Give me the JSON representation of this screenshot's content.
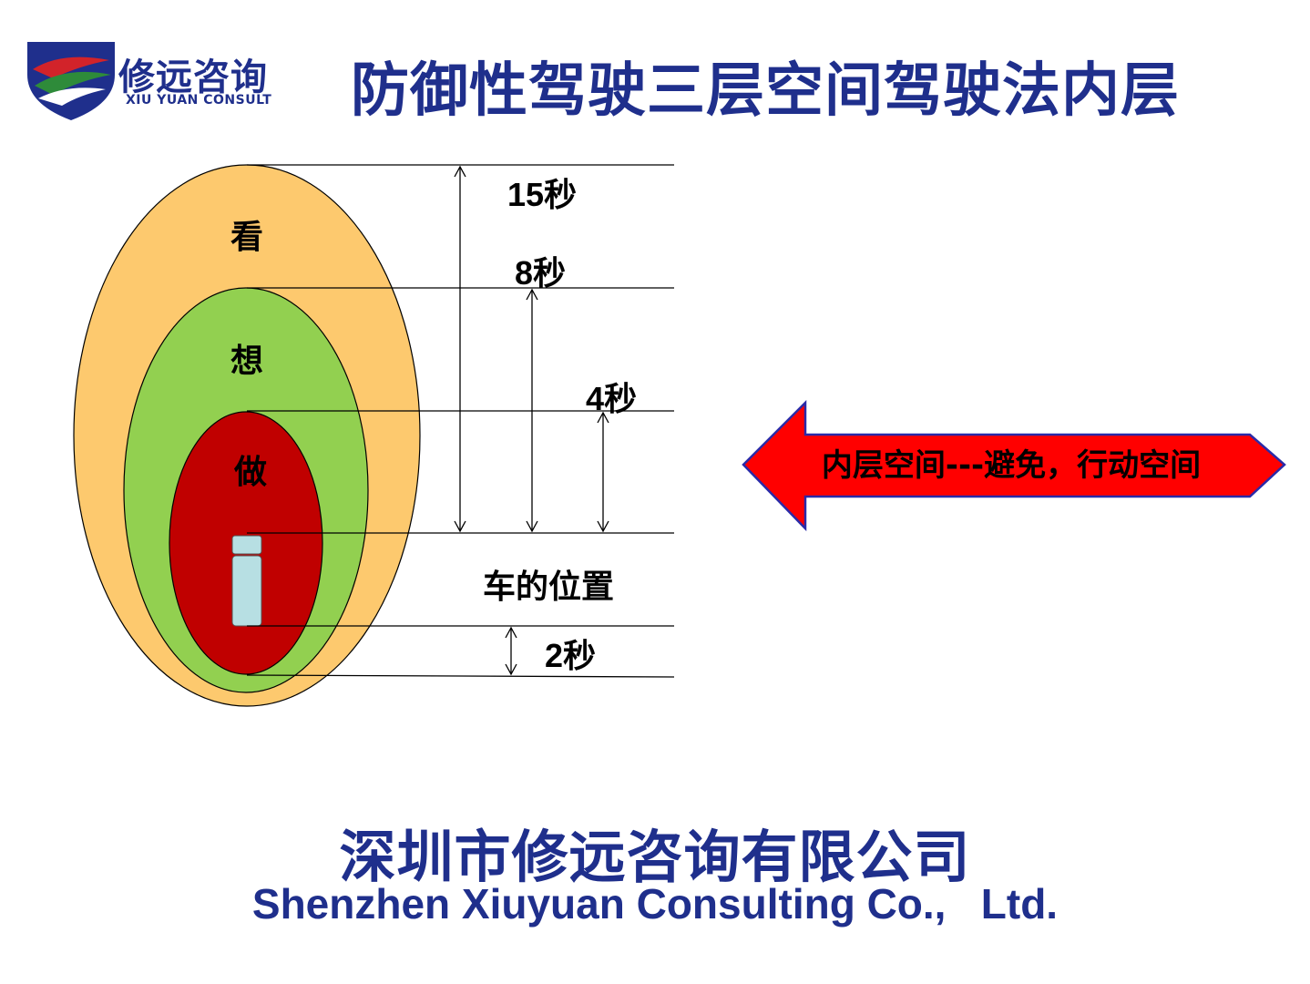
{
  "logo": {
    "brand_cn": "修远咨询",
    "brand_en": "XIU YUAN CONSULT",
    "colors": {
      "navy": "#1f2f8c",
      "red": "#d2232a",
      "green": "#2e8b3a"
    }
  },
  "title": "防御性驾驶三层空间驾驶法内层",
  "diagram": {
    "layers": [
      {
        "label": "看",
        "color": "#fdc96e"
      },
      {
        "label": "想",
        "color": "#92d050"
      },
      {
        "label": "做",
        "color": "#c00000"
      }
    ],
    "car_color": "#b7dfe3",
    "times": [
      "15秒",
      "8秒",
      "4秒",
      "2秒"
    ],
    "car_position_label": "车的位置",
    "arrow": {
      "text": "内层空间---避免，行动空间",
      "color": "#ff0000",
      "border": "#2a2aa8"
    }
  },
  "footer": {
    "company_cn": "深圳市修远咨询有限公司",
    "company_en": "Shenzhen Xiuyuan Consulting Co.,   Ltd."
  }
}
